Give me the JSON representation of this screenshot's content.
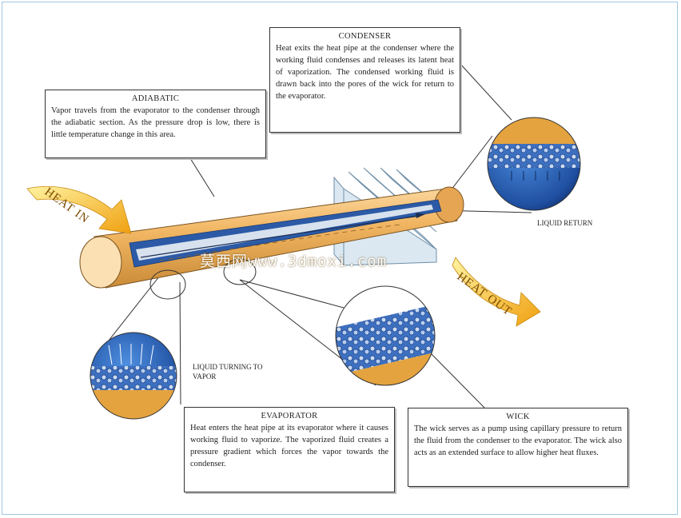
{
  "labels": {
    "heat_in": "HEAT IN",
    "heat_out": "HEAT OUT",
    "liquid_return": "LIQUID RETURN",
    "liquid_turning": "LIQUID TURNING TO VAPOR"
  },
  "callouts": {
    "adiabatic": {
      "title": "ADIABATIC",
      "text": "Vapor travels from the evaporator to the condenser through the adiabatic section. As the pressure drop is low, there is little temperature change in this area."
    },
    "condenser": {
      "title": "CONDENSER",
      "text": "Heat exits the heat pipe at the condenser where the working fluid condenses and releases its latent heat of vaporization. The condensed working fluid is drawn back into the pores of the wick for return to the evaporator."
    },
    "evaporator": {
      "title": "EVAPORATOR",
      "text": "Heat enters the heat pipe at its evaporator where it causes working fluid to vaporize. The vaporized fluid creates a pressure gradient which forces the vapor towards the condenser."
    },
    "wick": {
      "title": "WICK",
      "text": "The wick serves as a pump using capillary pressure to return the fluid from the condenser to the evaporator. The wick also acts as an extended surface to allow higher heat fluxes."
    }
  },
  "watermark": "莫西网www.3dmoxi.com",
  "colors": {
    "pipe": "#f0b86a",
    "arrow": "#f4b41b",
    "wick": "#2f63b8",
    "fin": "#cfe0ee"
  }
}
